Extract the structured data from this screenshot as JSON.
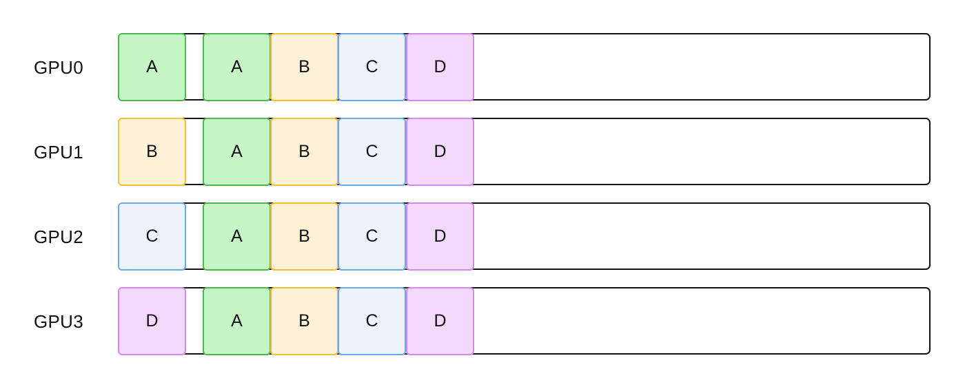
{
  "rows": [
    {
      "label": "GPU0",
      "shard": "A",
      "gathered": [
        "A",
        "B",
        "C",
        "D"
      ]
    },
    {
      "label": "GPU1",
      "shard": "B",
      "gathered": [
        "A",
        "B",
        "C",
        "D"
      ]
    },
    {
      "label": "GPU2",
      "shard": "C",
      "gathered": [
        "A",
        "B",
        "C",
        "D"
      ]
    },
    {
      "label": "GPU3",
      "shard": "D",
      "gathered": [
        "A",
        "B",
        "C",
        "D"
      ]
    }
  ],
  "colors": {
    "A": {
      "fill": "#c6f6c6",
      "stroke": "#4cb84c"
    },
    "B": {
      "fill": "#fdf1d8",
      "stroke": "#f2c12e"
    },
    "C": {
      "fill": "#ebf3fd",
      "stroke": "#6aa8e8"
    },
    "D": {
      "fill": "#f2d9fb",
      "stroke": "#d787f0"
    }
  }
}
